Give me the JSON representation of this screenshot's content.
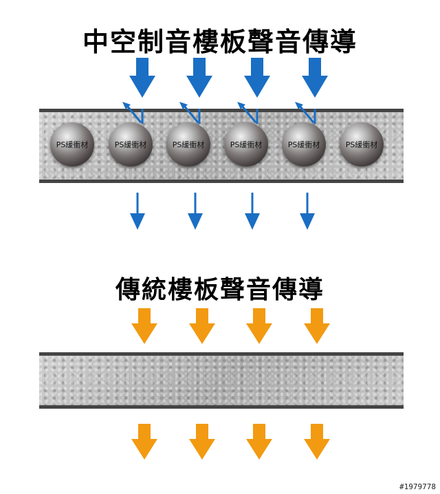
{
  "titles": {
    "top": "中空制音樓板聲音傳導",
    "bottom": "傳統樓板聲音傳導"
  },
  "ball_label": "PS緩衝材",
  "balls": [
    "PS緩衝材",
    "PS緩衝材",
    "PS緩衝材",
    "PS緩衝材",
    "PS緩衝材",
    "PS緩衝材"
  ],
  "watermark": "#1979778",
  "colors": {
    "blue_arrow": "#1a6ec3",
    "orange_arrow": "#f29a12",
    "slab_border": "#444444"
  },
  "icons": {
    "incident": "down-arrow-icon",
    "reflected": "reflect-arrow-icon",
    "transmitted": "thin-down-arrow-icon"
  }
}
